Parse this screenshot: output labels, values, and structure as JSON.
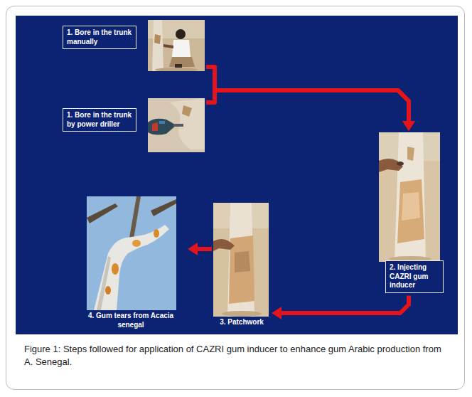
{
  "diagram": {
    "caption": "Figure 1: Steps followed for application of CAZRI gum inducer to enhance gum Arabic production from A. Senegal.",
    "nodes": [
      {
        "text": [
          "1. Bore in the trunk manually"
        ]
      },
      {
        "text": [
          "1. Bore in the trunk by power driller"
        ]
      },
      {
        "text": [
          "2. Injecting CAZRI gum inducer"
        ]
      },
      {
        "text": [
          "3. Patchwork"
        ]
      },
      {
        "text": [
          "4. Gum tears from Acacia senegal"
        ]
      }
    ],
    "edges": [
      {
        "from": 0,
        "to": 2,
        "arrow": "to"
      },
      {
        "from": 1,
        "to": 2,
        "arrow": "to"
      },
      {
        "from": 2,
        "to": 3,
        "arrow": "to"
      },
      {
        "from": 3,
        "to": 4,
        "arrow": "to"
      }
    ]
  }
}
